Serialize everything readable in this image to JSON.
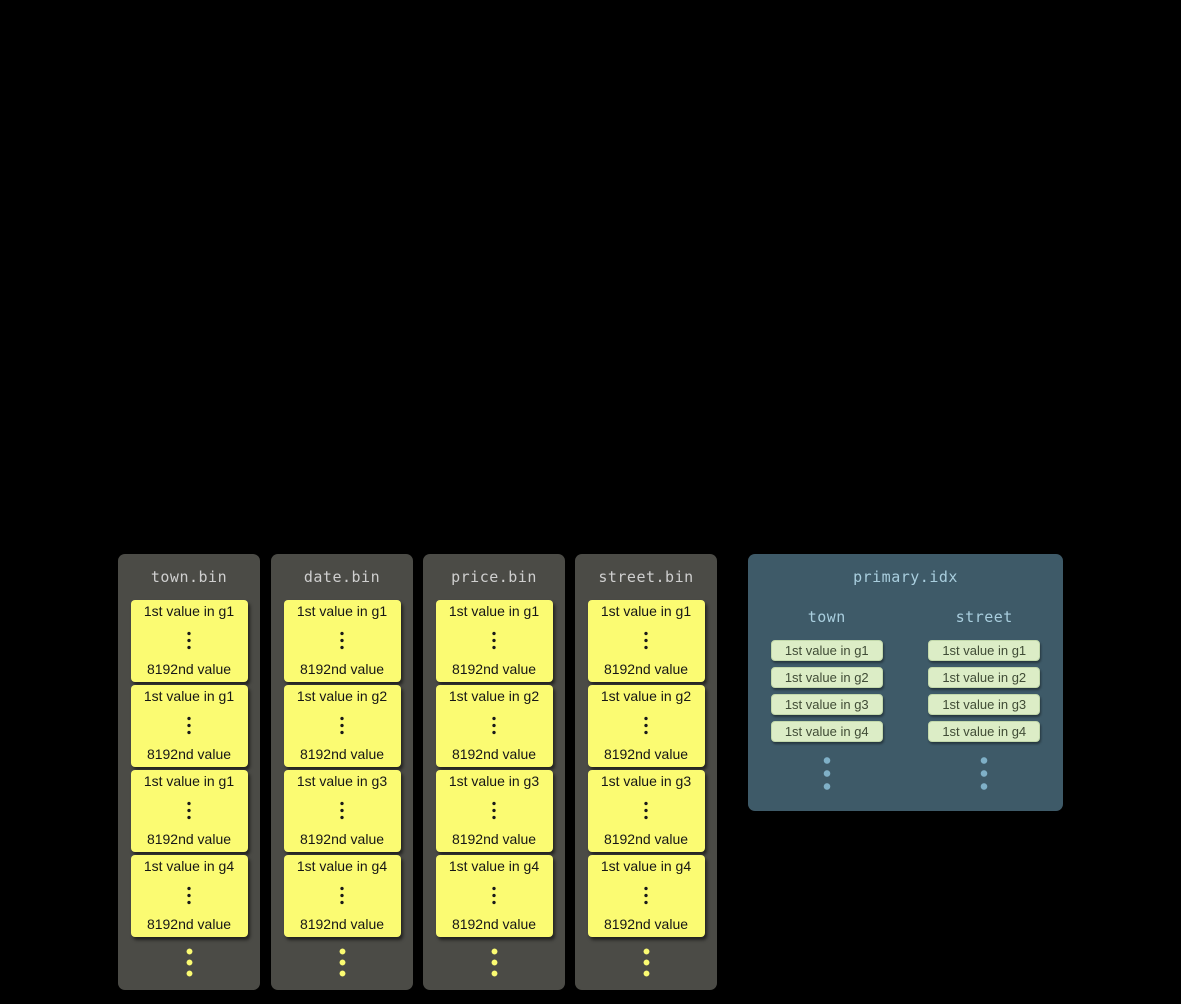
{
  "bin_files": [
    {
      "name": "town.bin",
      "blocks": [
        {
          "first": "1st value in g1",
          "last": "8192nd value"
        },
        {
          "first": "1st value in g1",
          "last": "8192nd value"
        },
        {
          "first": "1st value in g1",
          "last": "8192nd value"
        },
        {
          "first": "1st value in g4",
          "last": "8192nd value"
        }
      ]
    },
    {
      "name": "date.bin",
      "blocks": [
        {
          "first": "1st value in g1",
          "last": "8192nd value"
        },
        {
          "first": "1st value in g2",
          "last": "8192nd value"
        },
        {
          "first": "1st value in g3",
          "last": "8192nd value"
        },
        {
          "first": "1st value in g4",
          "last": "8192nd value"
        }
      ]
    },
    {
      "name": "price.bin",
      "blocks": [
        {
          "first": "1st value in g1",
          "last": "8192nd value"
        },
        {
          "first": "1st value in g2",
          "last": "8192nd value"
        },
        {
          "first": "1st value in g3",
          "last": "8192nd value"
        },
        {
          "first": "1st value in g4",
          "last": "8192nd value"
        }
      ]
    },
    {
      "name": "street.bin",
      "blocks": [
        {
          "first": "1st value in g1",
          "last": "8192nd value"
        },
        {
          "first": "1st value in g2",
          "last": "8192nd value"
        },
        {
          "first": "1st value in g3",
          "last": "8192nd value"
        },
        {
          "first": "1st value in g4",
          "last": "8192nd value"
        }
      ]
    }
  ],
  "index": {
    "title": "primary.idx",
    "columns": [
      {
        "name": "town",
        "entries": [
          "1st value in g1",
          "1st value in g2",
          "1st value in g3",
          "1st value in g4"
        ]
      },
      {
        "name": "street",
        "entries": [
          "1st value in g1",
          "1st value in g2",
          "1st value in g3",
          "1st value in g4"
        ]
      }
    ]
  },
  "icons": {
    "ellipsis": "vertical-ellipsis"
  },
  "colors": {
    "background": "#000000",
    "bin_column_bg": "#4b4b46",
    "bin_title_text": "#cfcfcf",
    "granule_block_bg": "#fbfb72",
    "granule_block_text": "#161616",
    "index_panel_bg": "#3e5a68",
    "index_title_text": "#a9cede",
    "index_entry_bg": "#dcedc6",
    "index_entry_text": "#404c36",
    "ellipsis_yellow": "#fbfb72",
    "ellipsis_blue": "#7fb0c7"
  }
}
